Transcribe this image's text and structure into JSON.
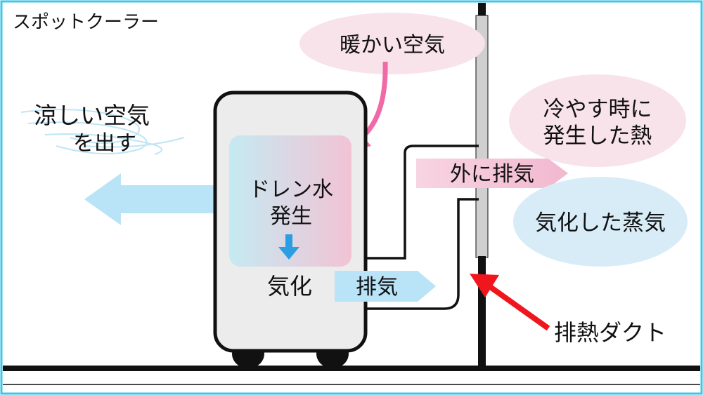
{
  "title": "スポットクーラー",
  "labels": {
    "warm_air": "暖かい空気",
    "cool_air_line1": "涼しい空気",
    "cool_air_line2": "を出す",
    "drain_line1": "ドレン水",
    "drain_line2": "発生",
    "vaporize": "気化",
    "exhaust": "排気",
    "outside_exhaust": "外に排気",
    "cooling_heat_line1": "冷やす時に",
    "cooling_heat_line2": "発生した熱",
    "vapor": "気化した蒸気",
    "duct": "排熱ダクト"
  },
  "colors": {
    "outer_border": "#3ec6e8",
    "pink_bubble": "#f8e3ea",
    "blue_bubble": "#d8ecf8",
    "arrow_blue": "#b9e3f7",
    "arrow_pink": "#f4c3d6",
    "callout_pink": "#f06aa8",
    "callout_red": "#f0161e",
    "down_arrow": "#2a9ee3",
    "unit_body": "#ececec",
    "inner_cyan": "#c5eaf2",
    "inner_pink": "#f2c3d4",
    "wall": "#cfcfcf",
    "line": "#111111"
  }
}
